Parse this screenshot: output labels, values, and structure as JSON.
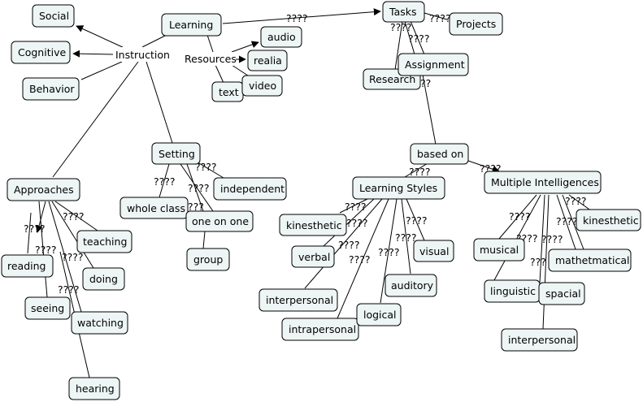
{
  "nodes": {
    "social": "Social",
    "cognitive": "Cognitive",
    "behavior": "Behavior",
    "learning": "Learning",
    "tasks": "Tasks",
    "projects": "Projects",
    "audio": "audio",
    "realia": "realia",
    "text": "text",
    "video": "video",
    "research": "Research",
    "assignment": "Assignment",
    "setting": "Setting",
    "based_on": "based on",
    "approaches": "Approaches",
    "independent": "independent",
    "whole_class": "whole class",
    "one_on_one": "one on one",
    "group": "group",
    "learning_styles": "Learning Styles",
    "multiple_intelligences": "Multiple Intelligences",
    "kinesthetic_ls": "kinesthetic",
    "verbal": "verbal",
    "visual": "visual",
    "auditory": "auditory",
    "interpersonal_ls": "interpersonal",
    "intrapersonal": "intrapersonal",
    "logical": "logical",
    "teaching": "teaching",
    "reading": "reading",
    "doing": "doing",
    "seeing": "seeing",
    "watching": "watching",
    "hearing": "hearing",
    "musical": "musical",
    "kinesthetic_mi": "kinesthetic",
    "mathetmatical": "mathetmatical",
    "linguistic": "linguistic",
    "spacial": "spacial",
    "interpersonal_mi": "interpersonal"
  },
  "labels": {
    "instruction": "Instruction",
    "resources": "Resources",
    "learning_tasks": "????",
    "tasks_projects": "????",
    "tasks_research": "????",
    "tasks_assignment": "????",
    "research_based": "??",
    "setting_a": "????",
    "setting_b": "????",
    "setting_c": "????",
    "setting_d": "???",
    "based_ls": "????",
    "based_mi": "????",
    "ls_1": "????",
    "ls_2": "????",
    "ls_3": "????",
    "ls_4": "????",
    "ls_5": "????",
    "ls_6": "????",
    "ls_7": "????",
    "ap_1": "????",
    "ap_2": "????",
    "ap_3": "????",
    "ap_4": "????",
    "ap_5": "????",
    "mi_1": "????",
    "mi_2": "????",
    "mi_3": "????",
    "mi_4": "????",
    "mi_5": "???"
  }
}
